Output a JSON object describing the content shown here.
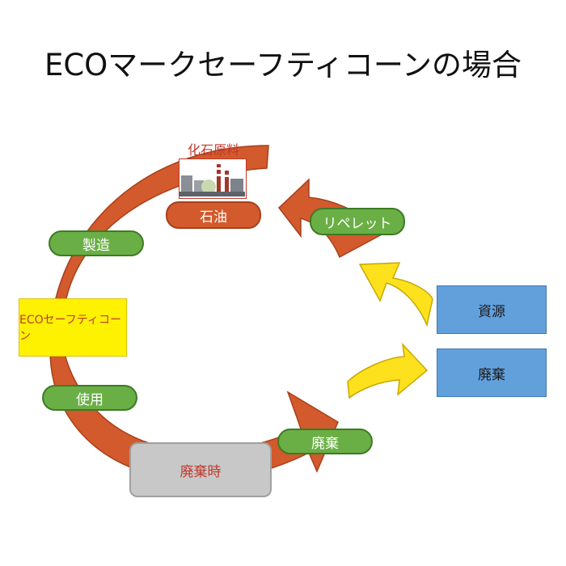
{
  "title": "ECOマークセーフティコーンの場合",
  "nodes": {
    "fossil_fuel": "化石原料",
    "oil": "石油",
    "manufacture": "製造",
    "product": "ECOセーフティコーン",
    "use": "使用",
    "disposal_time": "廃棄時",
    "disposal": "廃棄",
    "repellet": "リペレット",
    "resource": "資源",
    "waste": "廃棄"
  },
  "colors": {
    "cycle_arrow": "#d35a2c",
    "green_pill": "#6aaf45",
    "product_box": "#fff200",
    "side_box": "#62a0dc",
    "yellow_arrow": "#fde11d",
    "gray_box": "#c8c8c8"
  },
  "icons": [
    "factory-icon"
  ]
}
